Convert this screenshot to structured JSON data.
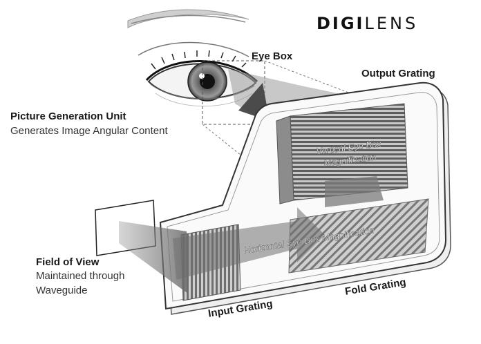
{
  "logo": {
    "primary": "DIGI",
    "secondary": "LENS"
  },
  "labels": {
    "eye_box": "Eye Box",
    "output_grating": "Output Grating",
    "pgu_title": "Picture Generation Unit",
    "pgu_subtitle": "Generates Image Angular Content",
    "fov_title": "Field of View",
    "fov_line1": "Maintained through",
    "fov_line2": "Waveguide",
    "input_grating": "Input Grating",
    "fold_grating": "Fold Grating",
    "vertical_mag_line1": "Vertical Eye Box",
    "vertical_mag_line2": "Magnification",
    "horizontal_mag": "Horizontal Eye Box Magnification"
  }
}
